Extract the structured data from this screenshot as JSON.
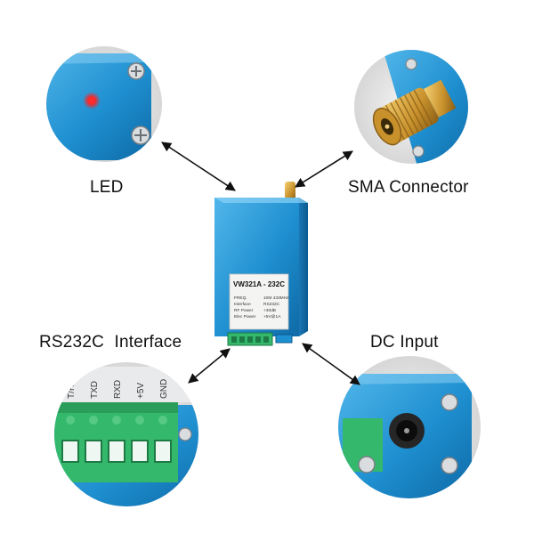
{
  "callouts": {
    "led": "LED",
    "sma": "SMA Connector",
    "rs232": "RS232C  Interface",
    "dc": "DC Input"
  },
  "device": {
    "model": "VW321A - 232C",
    "spec_rows": [
      {
        "k": "FREQ.",
        "v": "10M 433MHz"
      },
      {
        "k": "Interface",
        "v": "RS232C"
      },
      {
        "k": "RF Power",
        "v": "+30dB"
      },
      {
        "k": "Elec Power",
        "v": "+5V@1A"
      }
    ]
  },
  "terminal_labels": [
    "T/R",
    "TXD",
    "RXD",
    "+5V",
    "GND"
  ],
  "colors": {
    "case_blue": "#1e8fd0",
    "led_red": "#ff2020",
    "terminal_green": "#2fb56a",
    "gold": "#d9a33a"
  }
}
